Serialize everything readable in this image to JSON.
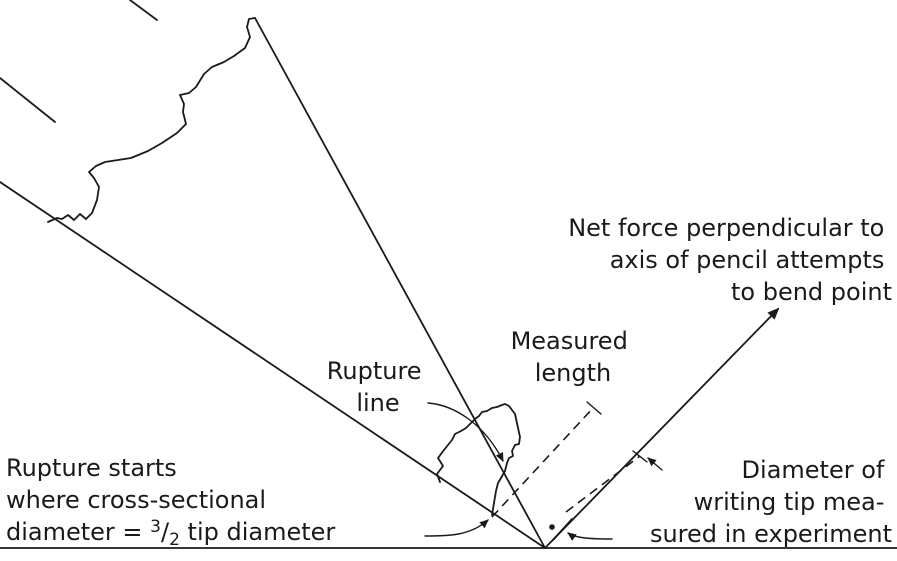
{
  "labels": {
    "net_force": [
      "Net force perpendicular to",
      "axis of pencil attempts",
      "to bend point"
    ],
    "measured_length": [
      "Measured",
      "length"
    ],
    "rupture_line": [
      "Rupture",
      "line"
    ],
    "rupture_starts": [
      "Rupture starts",
      "where cross-sectional",
      "diameter = ",
      "3",
      "/",
      "2",
      " tip diameter"
    ],
    "diameter_tip": [
      "Diameter of",
      "writing tip mea-",
      "sured in experiment"
    ]
  }
}
